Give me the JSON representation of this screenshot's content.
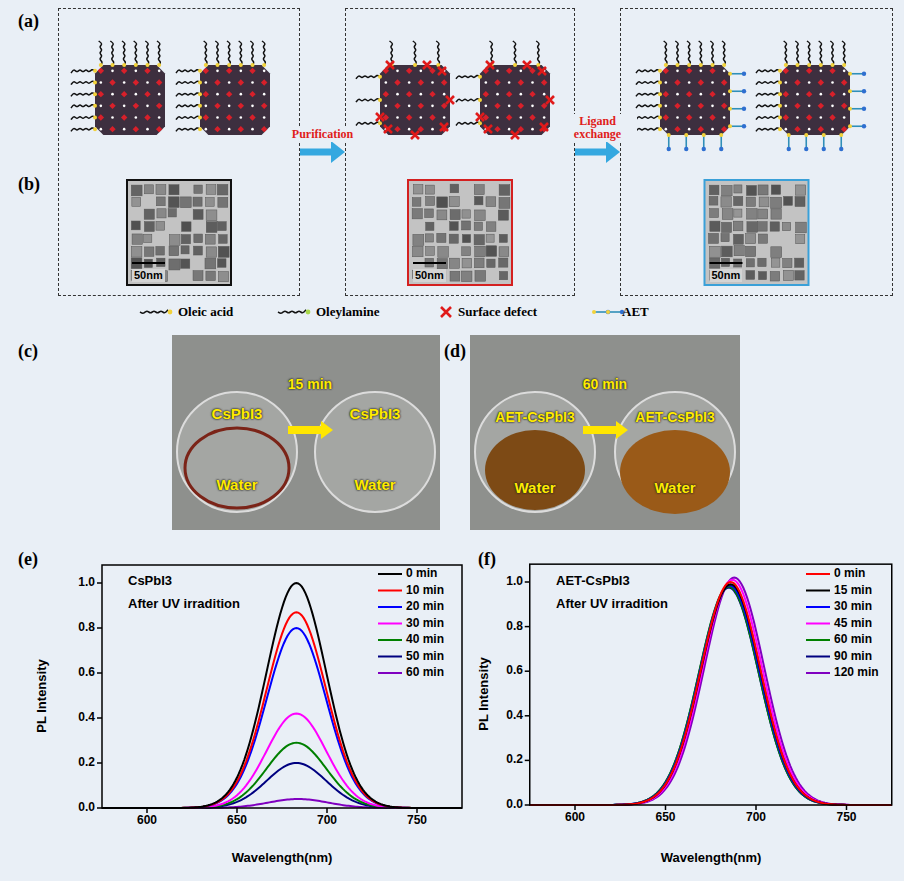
{
  "diagram": {
    "nodes": [
      {
        "text": [
          "50nm"
        ]
      },
      {
        "text": [
          "50nm"
        ]
      },
      {
        "text": [
          "50nm"
        ]
      }
    ],
    "edges": [
      {
        "from": 0,
        "to": 1,
        "arrow": "to",
        "label": "Purification"
      },
      {
        "from": 1,
        "to": 2,
        "arrow": "to",
        "label": "Ligand exchange"
      }
    ],
    "labels": [
      "(a)",
      "(b)",
      "(c)",
      "(d)",
      "CsPbI3",
      "Water",
      "15 min",
      "CsPbI3",
      "Water",
      "AET-CsPbI3",
      "Water",
      "60 min",
      "AET-CsPbI3",
      "Water",
      "(e)",
      "CsPbI3",
      "After UV irradition",
      "0.0",
      "0.2",
      "0.4",
      "0.6",
      "0.8",
      "1.0",
      "600",
      "650",
      "700",
      "750",
      "PL Intensity",
      "Wavelength(nm)",
      "(f)",
      "AET-CsPbI3",
      "After UV irradition",
      "0.0",
      "0.2",
      "0.4",
      "0.6",
      "0.8",
      "1.0",
      "600",
      "650",
      "700",
      "750",
      "PL Intensity",
      "Wavelength(nm)"
    ],
    "legend": [
      {
        "text": "Oleic acid"
      },
      {
        "text": "Oleylamine"
      },
      {
        "text": "Surface defect"
      },
      {
        "text": "AET"
      },
      {
        "text": "0 min"
      },
      {
        "text": "10 min"
      },
      {
        "text": "20 min"
      },
      {
        "text": "30 min"
      },
      {
        "text": "40 min"
      },
      {
        "text": "50 min"
      },
      {
        "text": "60 min"
      },
      {
        "text": "0 min"
      },
      {
        "text": "15 min"
      },
      {
        "text": "30 min"
      },
      {
        "text": "45 min"
      },
      {
        "text": "60 min"
      },
      {
        "text": "90 min"
      },
      {
        "text": "120 min"
      }
    ]
  }
}
